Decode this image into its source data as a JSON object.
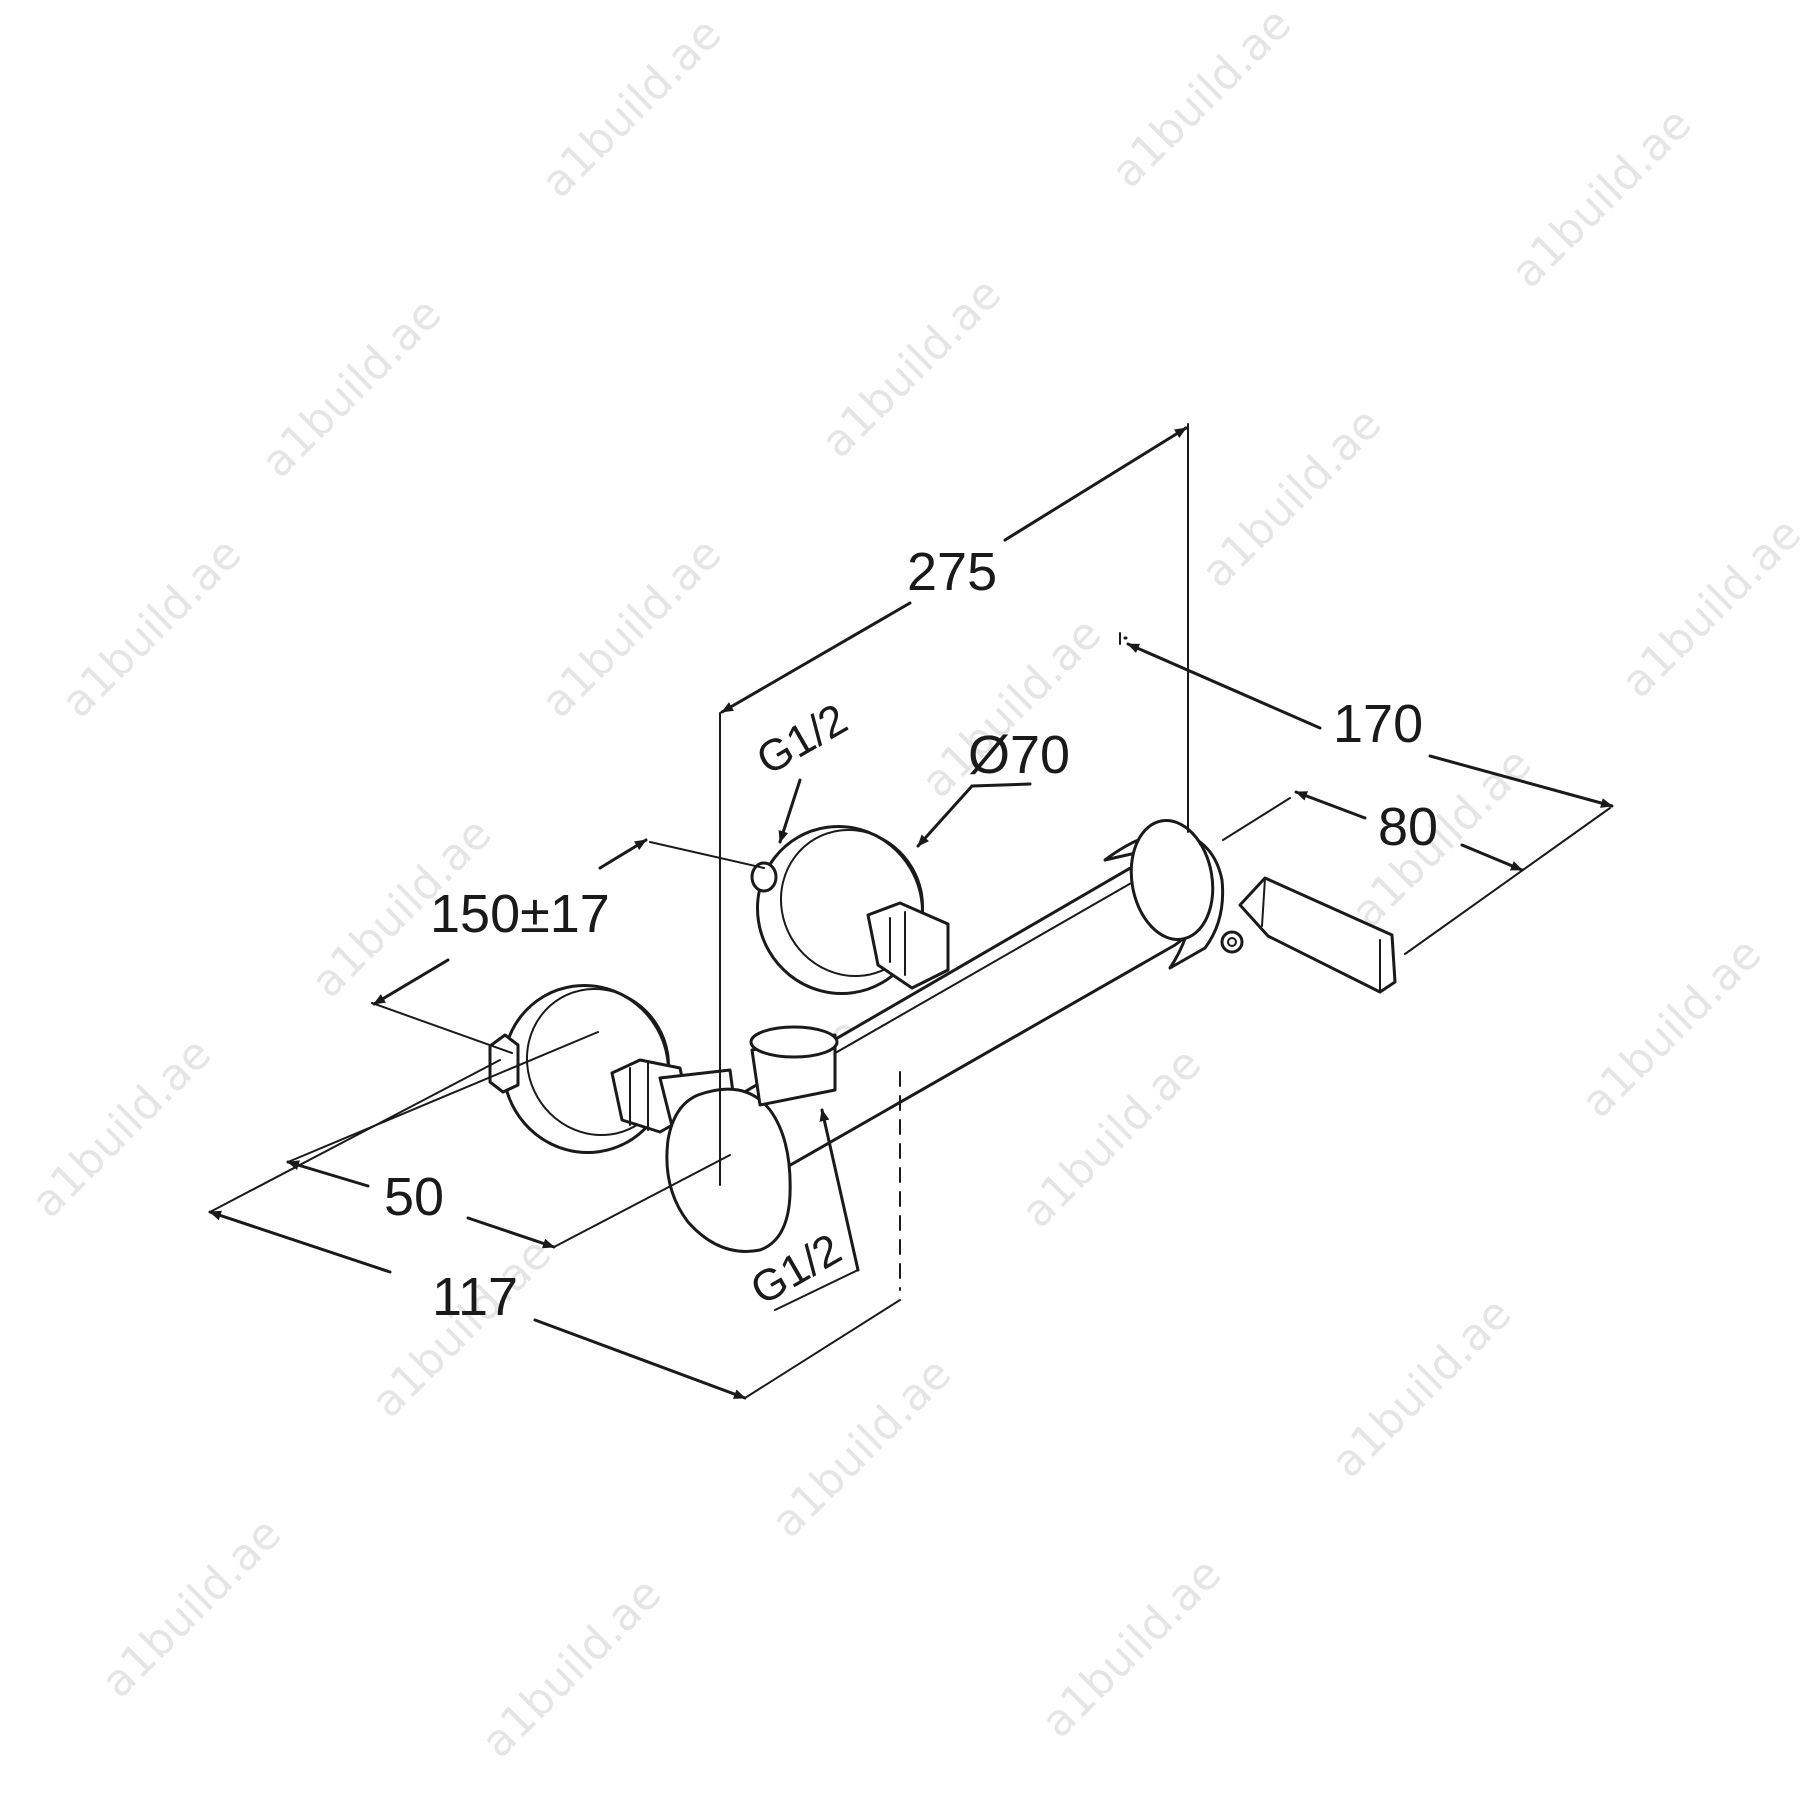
{
  "dimensions": {
    "length_total": "275",
    "depth_to_wall": "170",
    "lever_depth": "80",
    "inlet_spacing": "150±17",
    "rosette_depth": "50",
    "total_projection": "117",
    "rosette_diameter": "Ø70",
    "inlet_thread_top": "G1/2",
    "outlet_thread": "G1/2"
  },
  "watermark": {
    "text": "a1build.ae"
  },
  "colors": {
    "stroke": "#1a1a1a",
    "background": "#ffffff",
    "watermark": "#d4d4d4"
  }
}
